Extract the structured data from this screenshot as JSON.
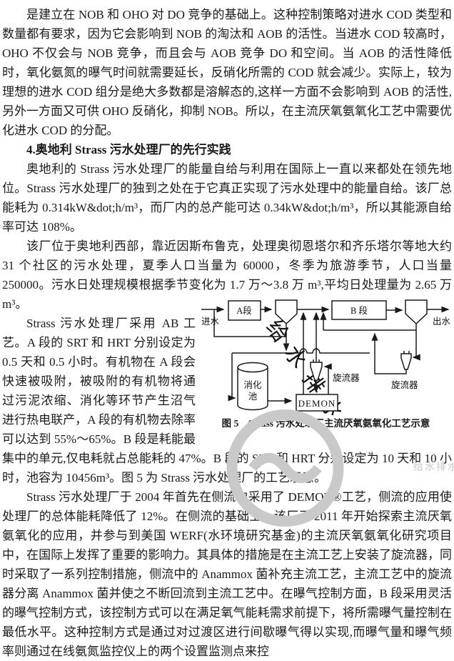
{
  "document": {
    "p1": "是建立在 NOB 和 OHO 对 DO 竞争的基础上。这种控制策略对进水 COD 类型和数量都有要求，因为它会影响到 NOB 的淘汰和 AOB 的活性。当进水 COD 较高时，OHO 不仅会与 NOB 竞争，而且会与 AOB 竞争 DO 和空间。当 AOB 的活性降低时，氧化氨氮的曝气时间就需要延长，反硝化所需的 COD 就会减少。实际上，较为理想的进水 COD 组分是绝大多数都是溶解态的,这样一方面不会影响到 AOB 的活性,另外一方面又可供 OHO 反硝化，抑制 NOB。所以，在主流厌氧氨氧化工艺中需要优化进水 COD 的分配。",
    "heading": "4.奥地利 Strass 污水处理厂的先行实践",
    "p2": "奥地利的 Strass 污水处理厂的能量自给与利用在国际上一直以来都处在领先地位。Strass 污水处理厂的独到之处在于它真正实现了污水处理中的能量自给。该厂总能耗为 0.314kW&dot;h/m³，而厂内的总产能可达 0.34kW&dot;h/m³，所以其能源自给率可达 108%。",
    "p3": "该厂位于奥地利西部，靠近因斯布鲁克，处理奥彻恩塔尔和齐乐塔尔等地大约 31 个社区的污水处理，夏季人口当量为 60000，冬季为旅游季节，人口当量 250000。污水日处理规模根据季节变化为 1.7 万～3.8 万 m³,平均日处理量为 2.65 万 m³。",
    "p4": "Strass 污水处理厂采用 AB 工艺。A 段的 SRT 和 HRT 分别设定为 0.5 天和 0.5 小时。有机物在 A 段会快速被吸附，被吸附的有机物将通过污泥浓缩、消化等环节产生沼气进行热电联产，A 段的有机物去除率可以达到 55%～65%。B 段是耗能最集中的单元,仅电耗就占总能耗的 47%。B 段的 SRT 和 HRT 分别设定为 10 天和 10 小时，池容为 10456m³。图 5 为 Strass 污水处理厂的工艺示意。",
    "p5": "Strass 污水处理厂于 2004 年首先在侧流中采用了 DEMON®工艺，侧流的应用使处理厂的总体能耗降低了 12%。在侧流的基础上，该厂于 2011 年开始探索主流厌氧氨氧化的应用，并参与到美国 WERF(水环境研究基金)的主流厌氧氨氧化研究项目中，在国际上发挥了重要的影响力。其具体的措施是在主流工艺上安装了旋流器，同时采取了一系列控制措施，侧流中的 Anammox 菌补充主流工艺，主流工艺中的旋流器分离 Anammox 菌并使之不断回流到主流工艺中。在曝气控制方面，B 段采用灵活的曝气控制方式，该控制方式可以在满足氧气能耗需求前提下，将所需曝气量控制在最低水平。这种控制方式是通过对过渡区进行间歇曝气得以实现,而曝气量和曝气频率则通过在线氨氮监控仪上的两个设置监测点来控"
  },
  "figure": {
    "caption": "图 5　Strass 污水处理厂主流厌氧氨氧化工艺示意",
    "labels": {
      "influent": "进水",
      "stage_a": "A段",
      "stage_b": "B 段",
      "effluent": "出水",
      "digester_line1": "消化",
      "digester_line2": "池",
      "demon": "DEMON",
      "cyclone_mid": "旋流器",
      "cyclone_right": "旋流器"
    },
    "watermark_diagonal": "给水排水",
    "watermark_corner": "给水排水"
  },
  "colors": {
    "text": "#1a1a1a",
    "diagram_line": "#1a1a1a",
    "watermark": "#c9c9c9",
    "background": "#ffffff"
  }
}
